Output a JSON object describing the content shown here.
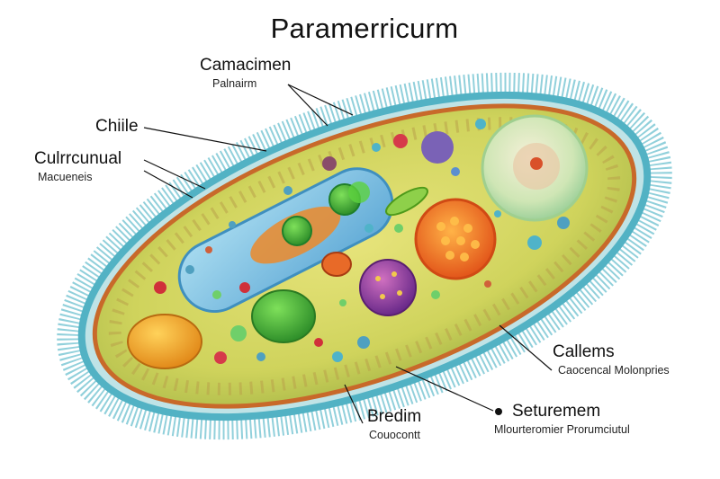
{
  "diagram": {
    "title": "Paramerricurm",
    "labels": {
      "camacimen": {
        "main": "Camacimen",
        "sub": "Palnairm"
      },
      "chiile": {
        "main": "Chiile"
      },
      "culrrcunual": {
        "main": "Culrrcunual",
        "sub": "Macueneis"
      },
      "callems": {
        "main": "Callems",
        "sub": "Caocencal Molonpries"
      },
      "bredim": {
        "main": "Bredim",
        "sub": "Couocontt"
      },
      "seturemem": {
        "main": "Seturemem",
        "sub": "Mlourteromier Prorumciutul"
      }
    },
    "colors": {
      "cilia": "#4fb3c9",
      "membrane": "#c8692a",
      "cytoplasm": "#d9dc6a",
      "vacuole": "#8ccbe6",
      "nucleus": "#f07a1c"
    }
  }
}
